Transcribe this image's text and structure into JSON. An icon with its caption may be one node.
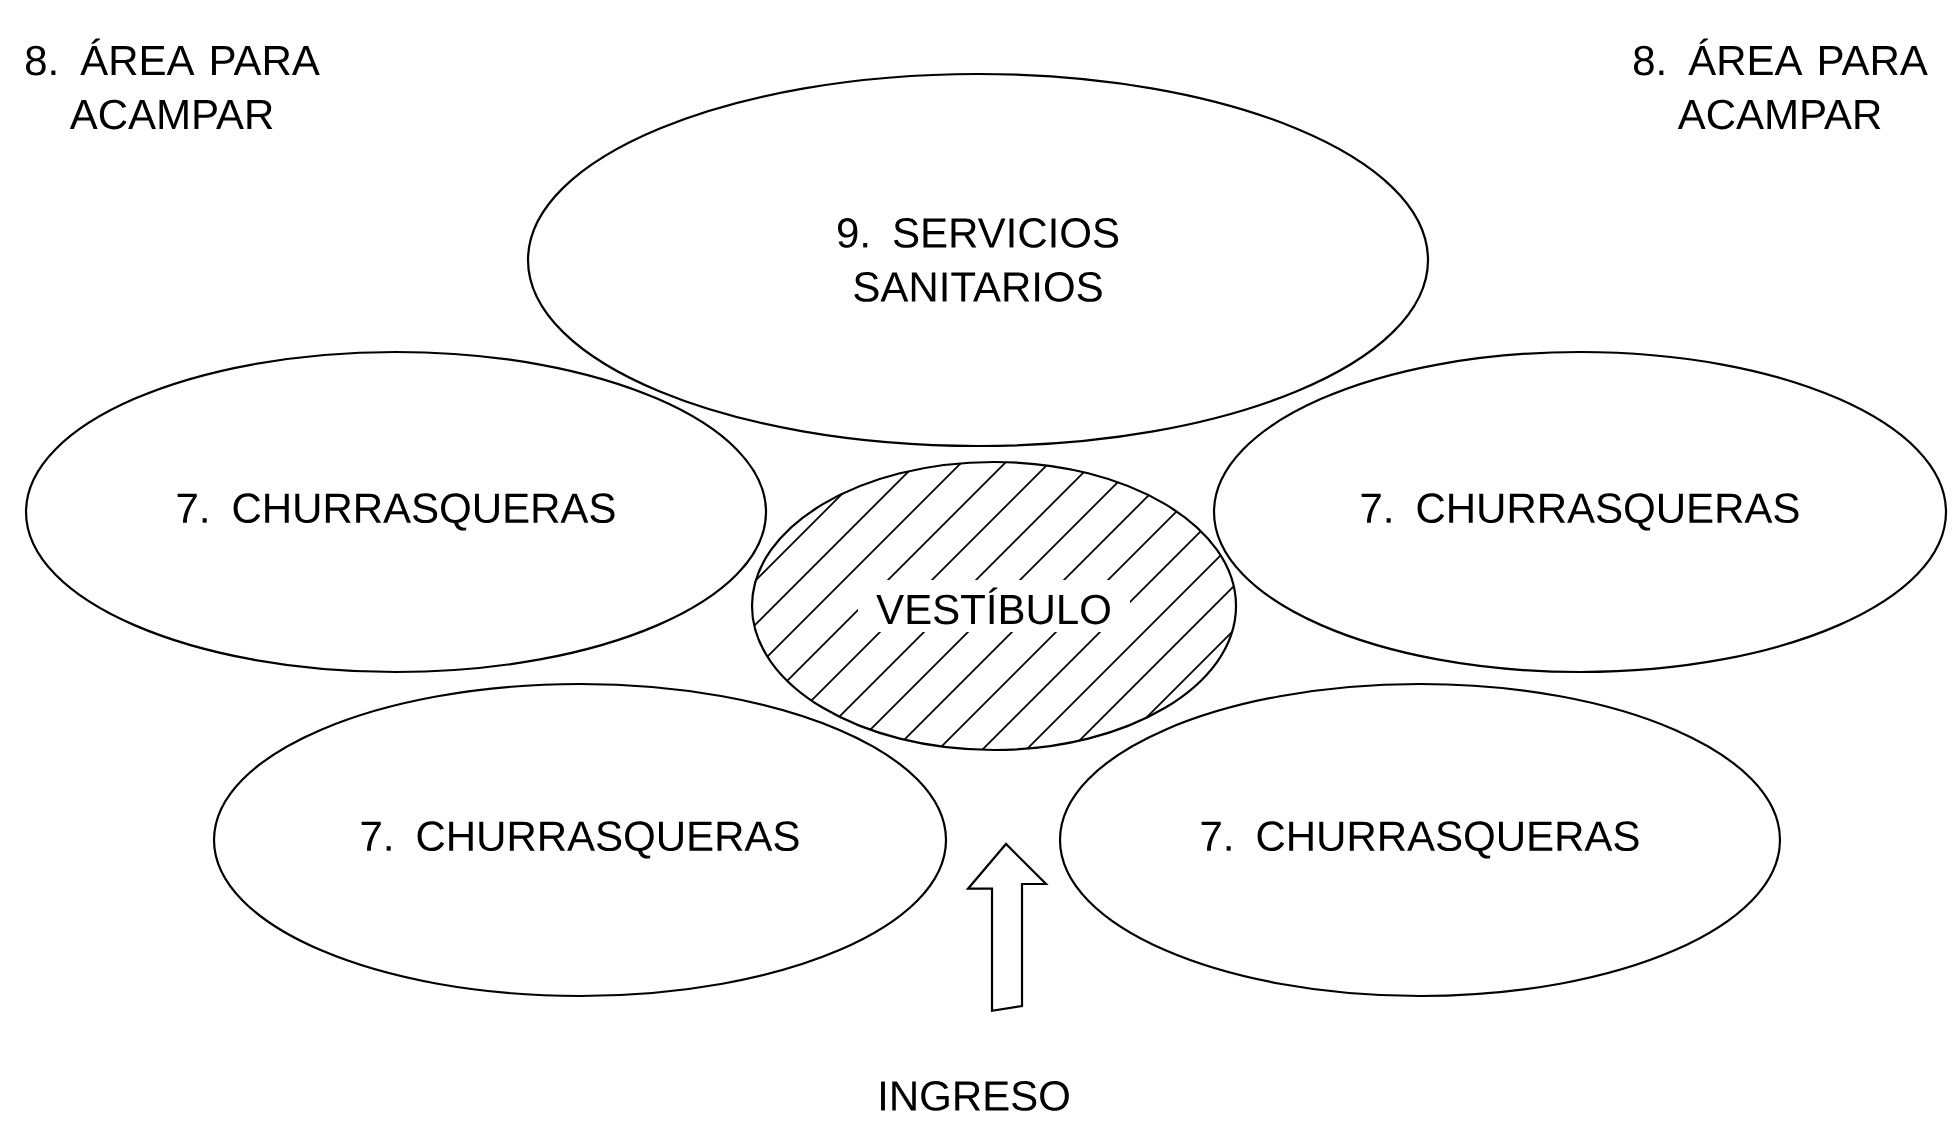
{
  "diagram": {
    "nodes": [
      {
        "text": [
          "9. SERVICIOS SANITARIOS"
        ]
      },
      {
        "text": [
          "7. CHURRASQUERAS"
        ]
      },
      {
        "text": [
          "VESTÍBULO"
        ]
      },
      {
        "text": [
          "7. CHURRASQUERAS"
        ]
      },
      {
        "text": [
          "7. CHURRASQUERAS"
        ]
      },
      {
        "text": [
          "7. CHURRASQUERAS"
        ]
      },
      {
        "text": [
          "INGRESO"
        ]
      }
    ],
    "edges": [
      {
        "from": 6,
        "to": 2,
        "arrow": "to"
      }
    ],
    "labels": [
      "8. ÁREA PARA ACAMPAR",
      "8. ÁREA PARA ACAMPAR"
    ]
  }
}
